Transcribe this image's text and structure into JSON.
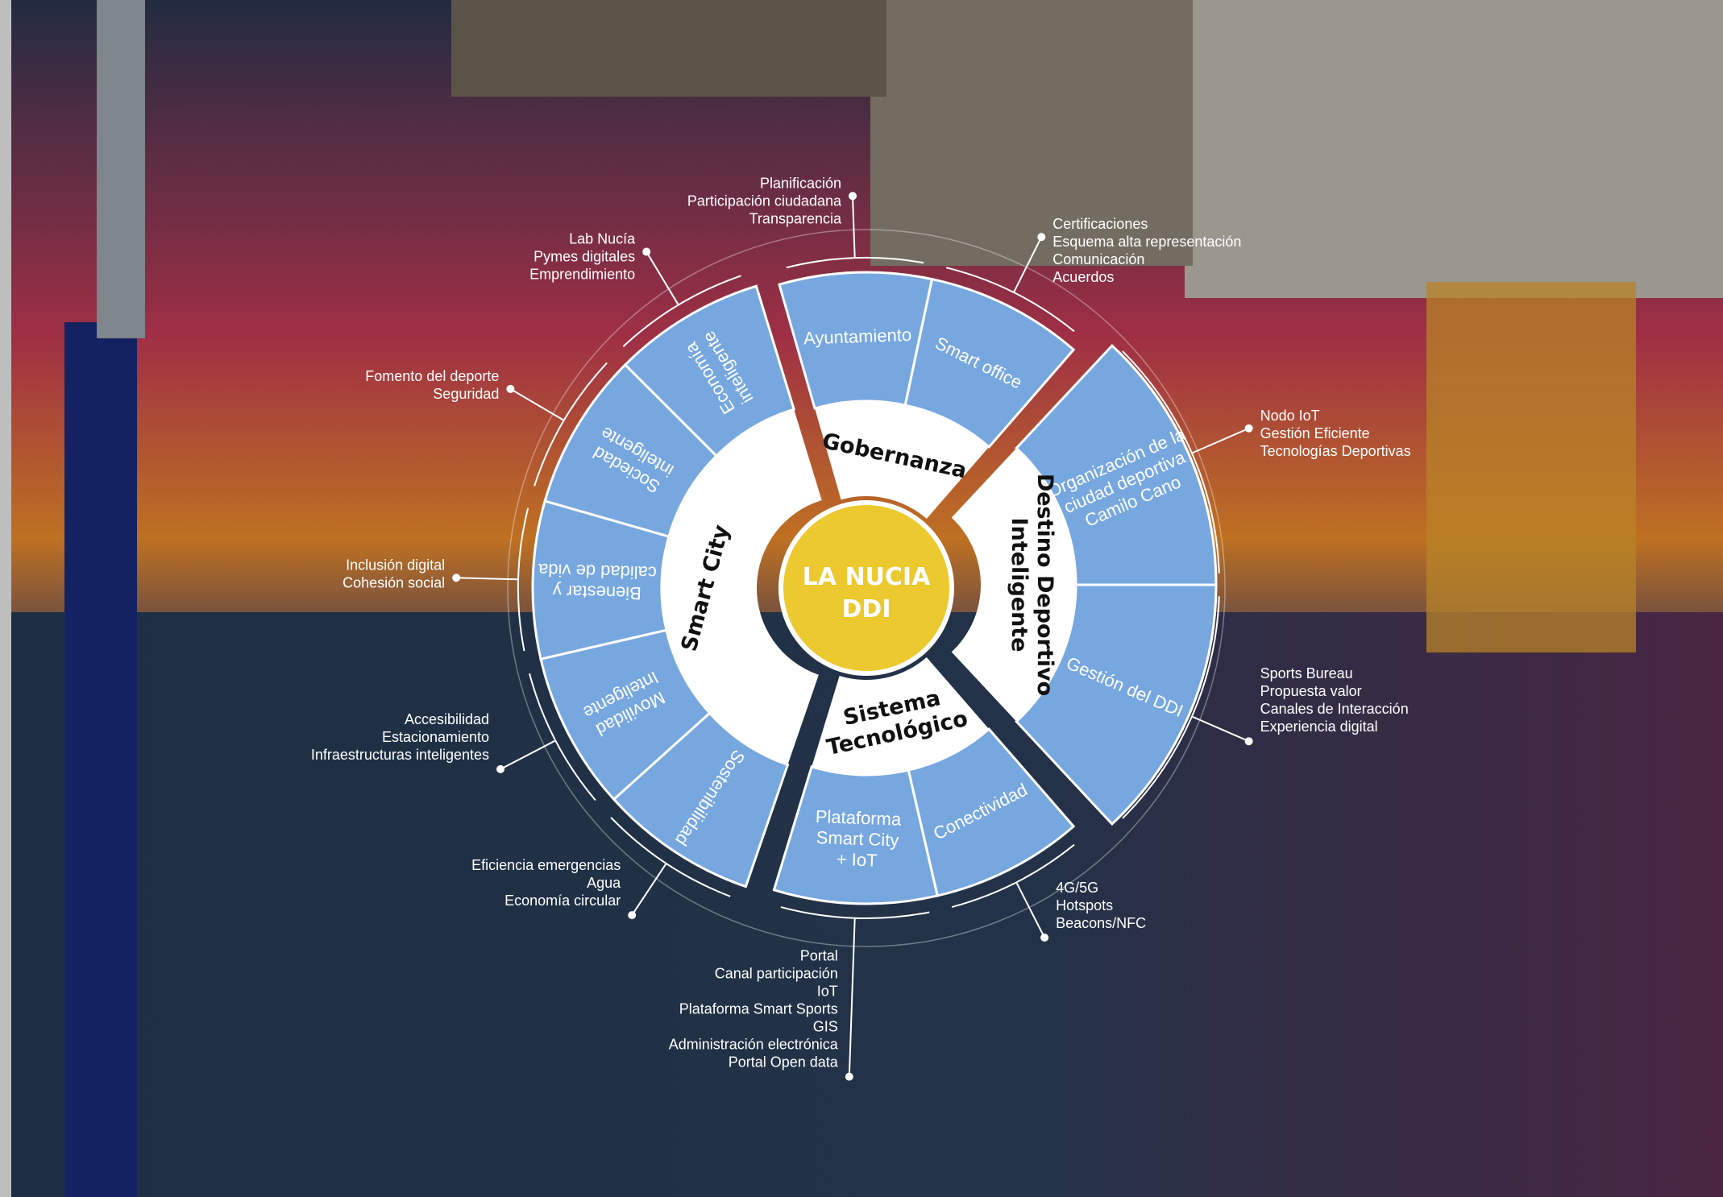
{
  "center": {
    "line1": "LA NUCIA",
    "line2": "DDI"
  },
  "colors": {
    "segment": "#77a7df",
    "center": "#ecc92e",
    "inner_ring": "#ffffff",
    "leader": "#ffffff"
  },
  "sections": [
    {
      "id": "gobernanza",
      "label_lines": [
        "Gobernanza"
      ]
    },
    {
      "id": "destino",
      "label_lines": [
        "Destino Deportivo",
        "Inteligente"
      ]
    },
    {
      "id": "sistema",
      "label_lines": [
        "Sistema",
        "Tecnológico"
      ]
    },
    {
      "id": "smart_city",
      "label_lines": [
        "Smart City"
      ]
    }
  ],
  "segments": [
    {
      "id": "ayuntamiento",
      "lines": [
        "Ayuntamiento"
      ],
      "items": [
        "Planificación",
        "Participación ciudadana",
        "Transparencia"
      ]
    },
    {
      "id": "smart_office",
      "lines": [
        "Smart office"
      ],
      "items": [
        "Certificaciones",
        "Esquema alta representación",
        "Comunicación",
        "Acuerdos"
      ]
    },
    {
      "id": "organizacion",
      "lines": [
        "Organización de la",
        "ciudad deportiva",
        "Camilo Cano"
      ],
      "items": [
        "Nodo IoT",
        "Gestión Eficiente",
        "Tecnologías Deportivas"
      ]
    },
    {
      "id": "gestion_ddi",
      "lines": [
        "Gestión del DDI"
      ],
      "items": [
        "Sports Bureau",
        "Propuesta valor",
        "Canales de Interacción",
        "Experiencia digital"
      ]
    },
    {
      "id": "conectividad",
      "lines": [
        "Conectividad"
      ],
      "items": [
        "4G/5G",
        "Hotspots",
        "Beacons/NFC"
      ]
    },
    {
      "id": "plataforma",
      "lines": [
        "Plataforma",
        "Smart City",
        "+ IoT"
      ],
      "items": [
        "Portal",
        "Canal participación",
        "IoT",
        "Plataforma Smart Sports",
        "GIS",
        "Administración electrónica",
        "Portal Open data"
      ]
    },
    {
      "id": "sostenibilidad",
      "lines": [
        "Sostenibilidad"
      ],
      "items": [
        "Eficiencia emergencias",
        "Agua",
        "Economía circular"
      ]
    },
    {
      "id": "movilidad",
      "lines": [
        "Movilidad",
        "Inteligente"
      ],
      "items": [
        "Accesibilidad",
        "Estacionamiento",
        "Infraestructuras inteligentes"
      ]
    },
    {
      "id": "bienestar",
      "lines": [
        "Bienestar y",
        "calidad de vida"
      ],
      "items": [
        "Inclusión digital",
        "Cohesión social"
      ]
    },
    {
      "id": "sociedad",
      "lines": [
        "Sociedad",
        "inteligente"
      ],
      "items": [
        "Fomento del deporte",
        "Seguridad"
      ]
    },
    {
      "id": "economia",
      "lines": [
        "Economía",
        "inteligente"
      ],
      "items": [
        "Lab Nucía",
        "Pymes digitales",
        "Emprendimiento"
      ]
    }
  ]
}
